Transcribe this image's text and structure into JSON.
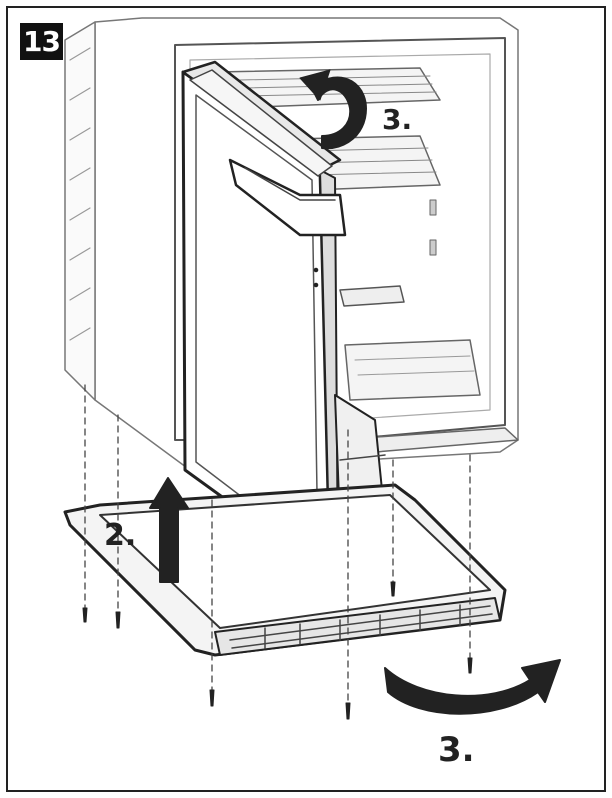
{
  "figure": {
    "number": "13",
    "step_labels": {
      "top": "3.",
      "middle": "2.",
      "bottom": "3."
    }
  }
}
